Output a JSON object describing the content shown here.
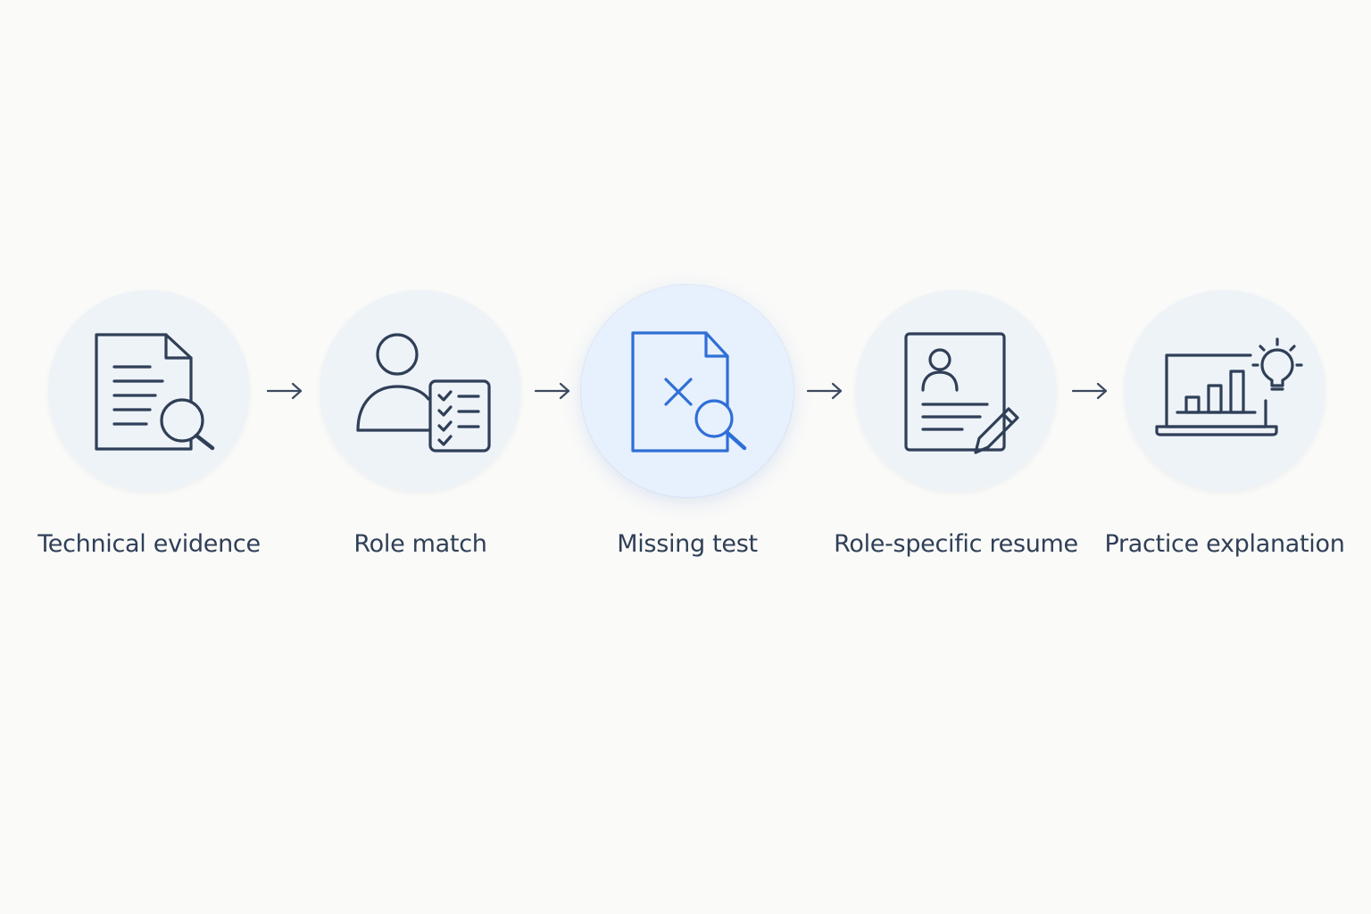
{
  "steps": [
    {
      "label": "Technical evidence",
      "icon": "document-search-icon",
      "active": false
    },
    {
      "label": "Role match",
      "icon": "person-checklist-icon",
      "active": false
    },
    {
      "label": "Missing test",
      "icon": "document-x-search-icon",
      "active": true
    },
    {
      "label": "Role-specific resume",
      "icon": "resume-edit-icon",
      "active": false
    },
    {
      "label": "Practice explanation",
      "icon": "laptop-chart-idea-icon",
      "active": false
    }
  ],
  "colors": {
    "background": "#fafaf8",
    "icon_stroke": "#2f3f57",
    "active_stroke": "#2f6fd6",
    "circle_fill": "#eef3f8",
    "active_circle_fill": "#e7f0fd",
    "label_text": "#2f3f57"
  }
}
